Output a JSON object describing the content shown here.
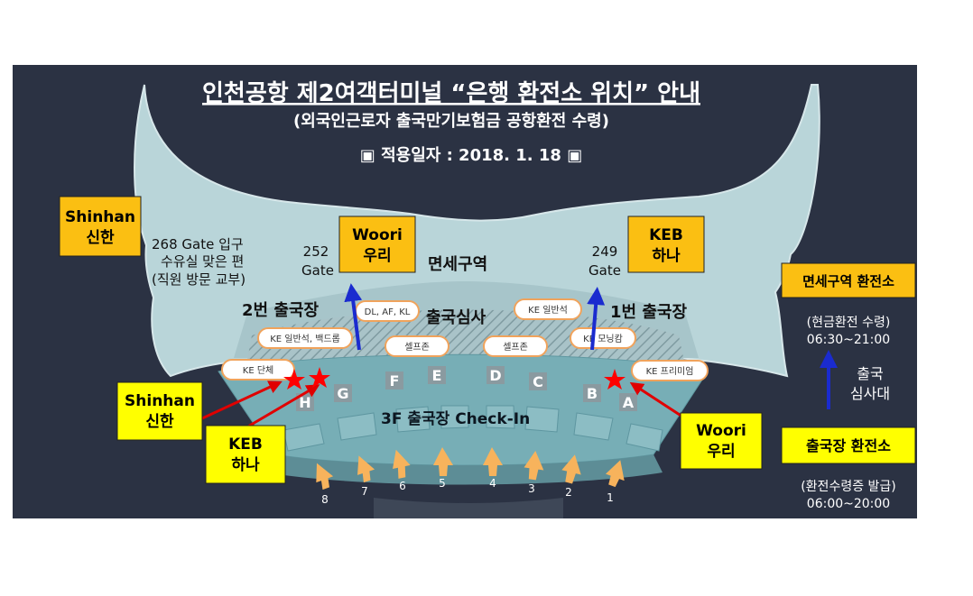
{
  "header": {
    "title": "인천공항 제2여객터미널 “은행 환전소 위치” 안내",
    "subtitle": "(외국인근로자 출국만기보험금 공항환전 수령)",
    "date_line": "▣ 적용일자 : 2018. 1. 18 ▣"
  },
  "banks": {
    "shinhan_top": [
      "Shinhan",
      "신한"
    ],
    "woori_top": [
      "Woori",
      "우리"
    ],
    "keb_top": [
      "KEB",
      "하나"
    ],
    "shinhan_bottom": [
      "Shinhan",
      "신한"
    ],
    "keb_bottom": [
      "KEB",
      "하나"
    ],
    "woori_bottom": [
      "Woori",
      "우리"
    ]
  },
  "labels": {
    "gate268": [
      "268 Gate 입구",
      "수유실 맞은 편",
      "(직원 방문 교부)"
    ],
    "gate252": [
      "252",
      "Gate"
    ],
    "gate249": [
      "249",
      "Gate"
    ],
    "dutyfree": "면세구역",
    "departure2": "2번 출국장",
    "departure1": "1번 출국장",
    "immigration": "출국심사",
    "checkin": "3F 출국장 Check-In"
  },
  "counters": [
    "KE 단체",
    "KE 일반석, 백드롭",
    "DL, AF, KL",
    "셀프존",
    "셀프존",
    "KE 일반석",
    "KE 모닝캄",
    "KE 프리미엄"
  ],
  "gates": [
    "H",
    "G",
    "F",
    "E",
    "D",
    "C",
    "B",
    "A"
  ],
  "entrances": [
    "8",
    "7",
    "6",
    "5",
    "4",
    "3",
    "2",
    "1"
  ],
  "right_panel": {
    "dutyfree_exchange": "면세구역 환전소",
    "dutyfree_note": "(현금환전 수령)",
    "dutyfree_hours": "06:30~21:00",
    "immig_desk": [
      "출국",
      "심사대"
    ],
    "departure_exchange": "출국장 환전소",
    "departure_note": "(환전수령증 발급)",
    "departure_hours": "06:00~20:00"
  },
  "colors": {
    "background": "#2b3243",
    "terminal": "#b9d5d9",
    "checkin_hall": "#77aeb6",
    "orange_box": "#fbbf12",
    "yellow_box": "#ffff00",
    "arrow_orange": "#f7b35c",
    "arrow_blue": "#1a2bcf",
    "arrow_red": "#e00000",
    "star": "#ff0000"
  }
}
